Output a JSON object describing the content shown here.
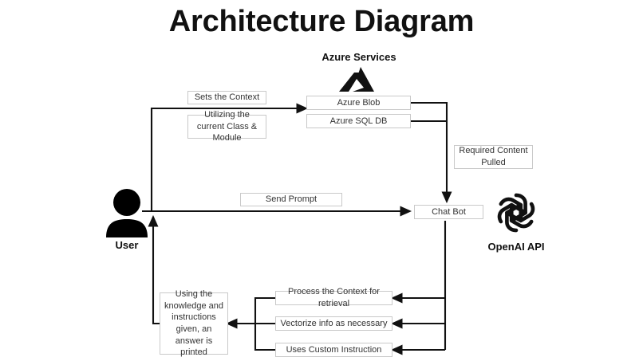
{
  "page": {
    "title": "Architecture Diagram",
    "background": "#ffffff",
    "line_color": "#111111",
    "box_border": "#c9c9c9",
    "text_color": "#333333"
  },
  "groups": {
    "azure": {
      "label": "Azure Services",
      "icon": "azure-logo"
    },
    "openai": {
      "label": "OpenAI API",
      "icon": "openai-logo"
    },
    "user": {
      "label": "User",
      "icon": "user-icon"
    }
  },
  "nodes": {
    "azure_blob": "Azure Blob",
    "azure_sql": "Azure SQL DB",
    "chat_bot": "Chat Bot",
    "process_context": "Process the Context for retrieval",
    "vectorize": "Vectorize info as necessary",
    "custom_instruction": "Uses Custom Instruction"
  },
  "labels": {
    "sets_context": "Sets the Context",
    "utilizing": "Utilizing the current Class & Module",
    "required_content": "Required Content Pulled",
    "send_prompt": "Send Prompt",
    "answer_printed": "Using the knowledge and instructions given, an answer is printed"
  }
}
